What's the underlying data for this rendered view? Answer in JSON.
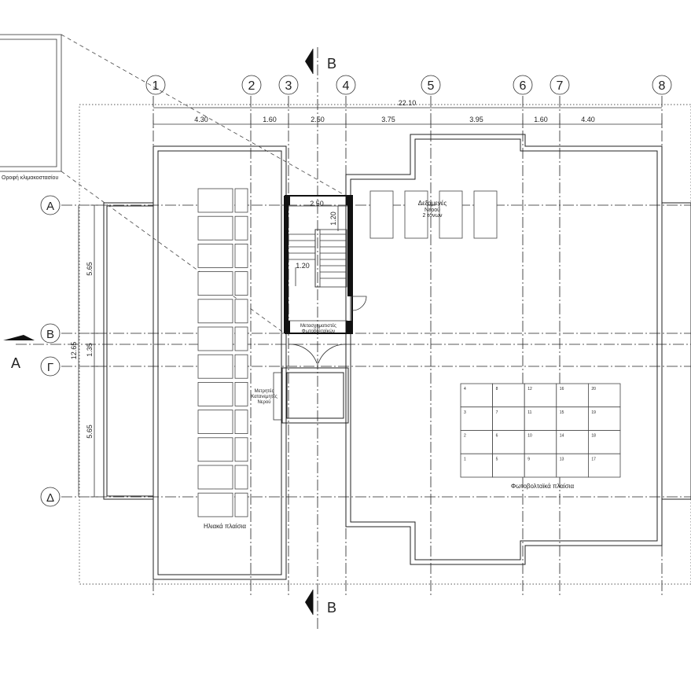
{
  "grid_columns": [
    "1",
    "2",
    "3",
    "4",
    "5",
    "6",
    "7",
    "8"
  ],
  "grid_rows": [
    "Α",
    "Β",
    "Γ",
    "Δ"
  ],
  "dimensions": {
    "overall": "22.10",
    "spans": [
      "4.30",
      "1.60",
      "2.50",
      "3.75",
      "3.95",
      "1.60",
      "4.40"
    ],
    "vertical": [
      "5.65",
      "1.35",
      "5.65"
    ],
    "vertical_total": "12.65",
    "stair_width": "2.50",
    "stair_depth_1": "1.20",
    "stair_depth_2": "1.20"
  },
  "section_marks": {
    "vertical": "B",
    "horizontal": "A"
  },
  "labels": {
    "roof_stair": "Οροφή κλιμακοστασίου",
    "water_tanks_1": "Δεξαμενές",
    "water_tanks_2": "Νερού",
    "water_tanks_3": "2 τόνων",
    "inverters_1": "Μετασχηματιστές",
    "inverters_2": "Φωτοβολταϊκών",
    "meters_1": "Μετρητές",
    "meters_2": "Κατανεμητές",
    "meters_3": "Νερού",
    "solar_panels": "Ηλιακά πλαίσια",
    "pv_panels": "Φωτοβολταϊκά πλαίσια"
  },
  "pv_panel_numbers": [
    [
      "4",
      "8",
      "12",
      "16",
      "20"
    ],
    [
      "3",
      "7",
      "11",
      "15",
      "19"
    ],
    [
      "2",
      "6",
      "10",
      "14",
      "18"
    ],
    [
      "1",
      "5",
      "9",
      "13",
      "17"
    ]
  ]
}
